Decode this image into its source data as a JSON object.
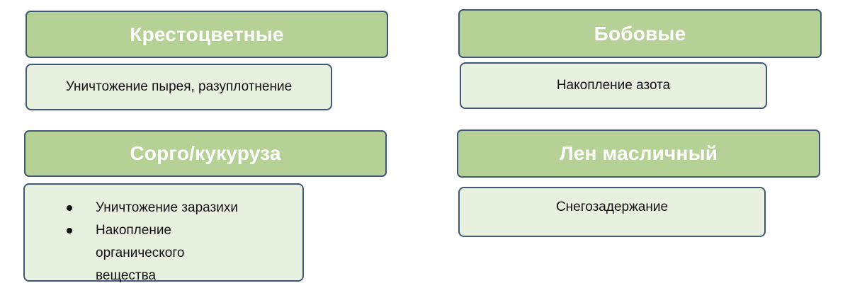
{
  "blocks": {
    "cruciferous": {
      "title": "Крестоцветные",
      "text": "Уничтожение пырея, разуплотнение"
    },
    "legumes": {
      "title": "Бобовые",
      "text": "Накопление азота"
    },
    "sorghum_corn": {
      "title": "Сорго/кукуруза",
      "items": [
        "Уничтожение заразихи",
        "Накопление органического вещества"
      ]
    },
    "oil_flax": {
      "title": "Лен масличный",
      "text": "Снегозадержание"
    }
  },
  "colors": {
    "header_fill": "#b5d196",
    "box_fill": "#e8f0df",
    "border": "#3f5878",
    "header_text": "#ffffff"
  }
}
